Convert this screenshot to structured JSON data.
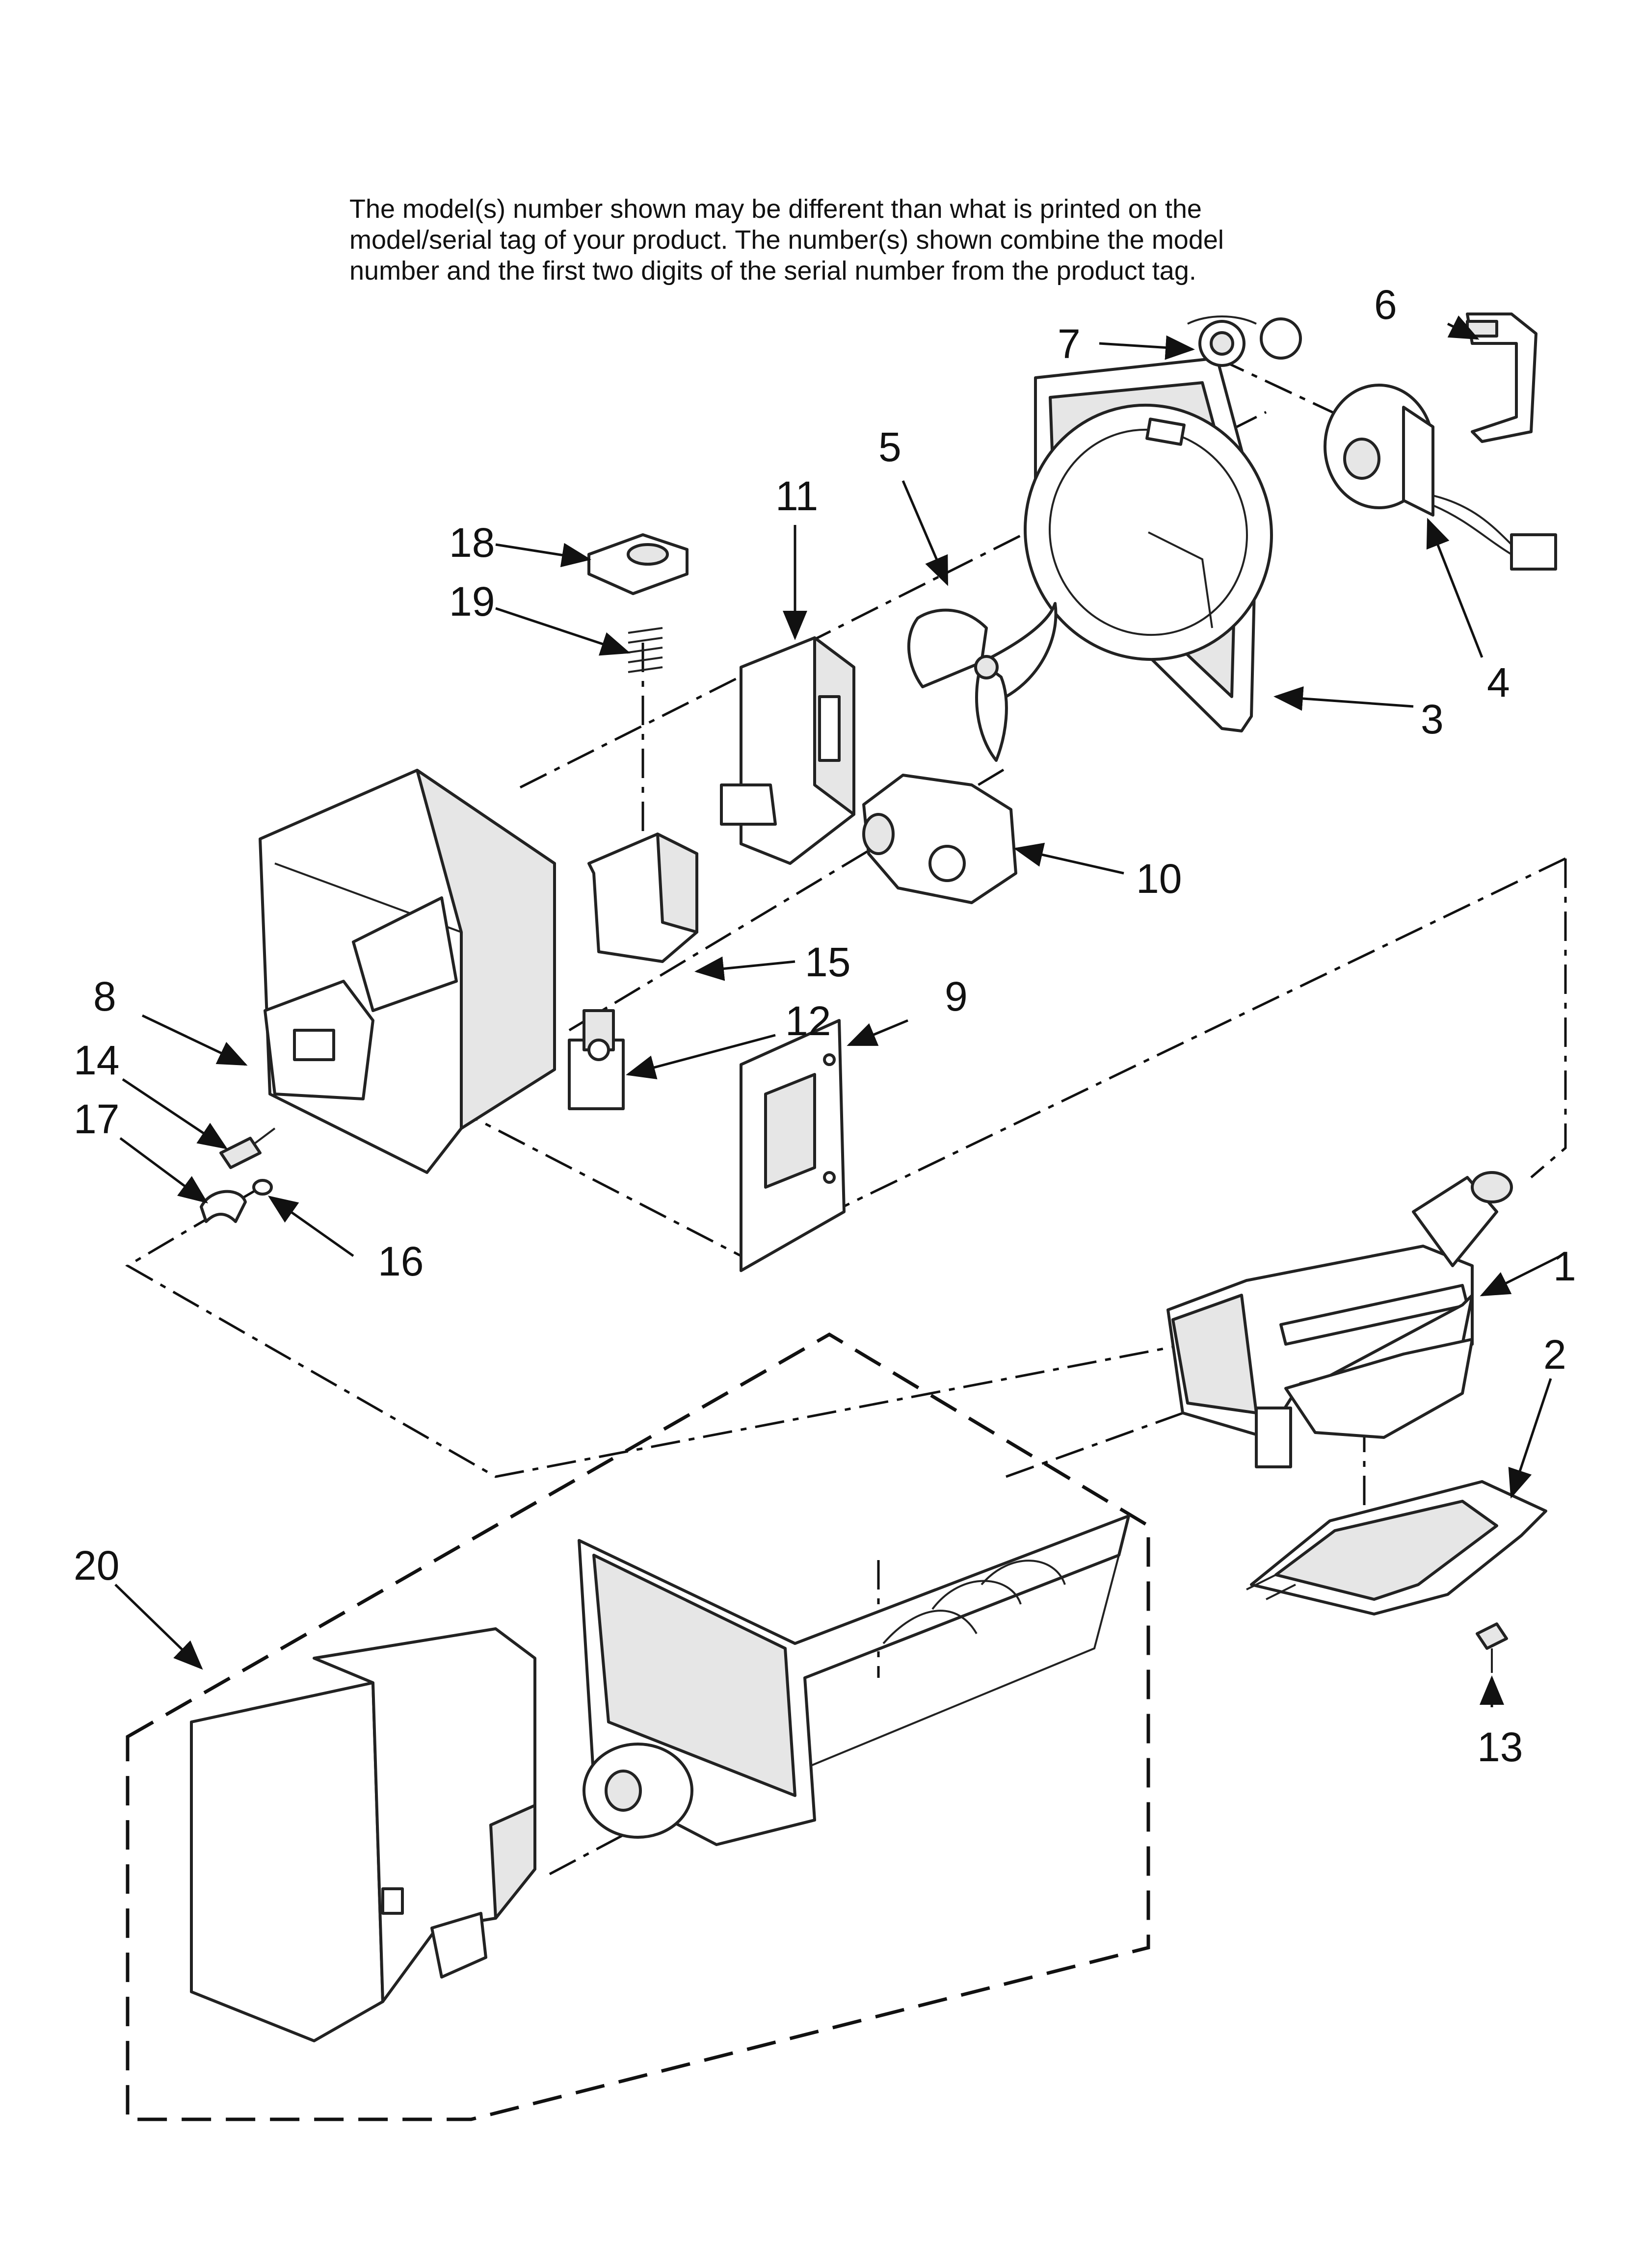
{
  "note": {
    "line1": "The model(s) number shown may be different than what is printed on the",
    "line2": "model/serial tag of your product. The number(s) shown combine the model",
    "line3": "number and the first two digits of the serial number from the product tag."
  },
  "callouts": {
    "c1": "1",
    "c2": "2",
    "c3": "3",
    "c4": "4",
    "c5": "5",
    "c6": "6",
    "c7": "7",
    "c8": "8",
    "c9": "9",
    "c10": "10",
    "c11": "11",
    "c12": "12",
    "c13": "13",
    "c14": "14",
    "c15": "15",
    "c16": "16",
    "c17": "17",
    "c18": "18",
    "c19": "19",
    "c20": "20"
  }
}
